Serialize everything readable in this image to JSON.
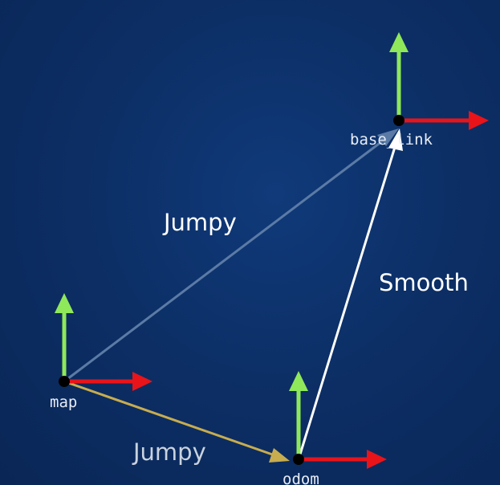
{
  "diagram": {
    "frames": [
      {
        "id": "map",
        "label": "map"
      },
      {
        "id": "odom",
        "label": "odom"
      },
      {
        "id": "base_link",
        "label": "base_link"
      }
    ],
    "edges": [
      {
        "from": "map",
        "to": "odom",
        "label": "Jumpy",
        "color": "#c8ad4f"
      },
      {
        "from": "map",
        "to": "base_link",
        "label": "Jumpy",
        "color": "#5b7ba6"
      },
      {
        "from": "odom",
        "to": "base_link",
        "label": "Smooth",
        "color": "#ffffff"
      }
    ],
    "axis_colors": {
      "x": "#e8141a",
      "y": "#8fe85a",
      "origin": "#000000"
    },
    "label_colors": {
      "jumpy_map_base": "#ffffff",
      "jumpy_map_odom": "#c9d2de",
      "smooth": "#ffffff"
    }
  }
}
